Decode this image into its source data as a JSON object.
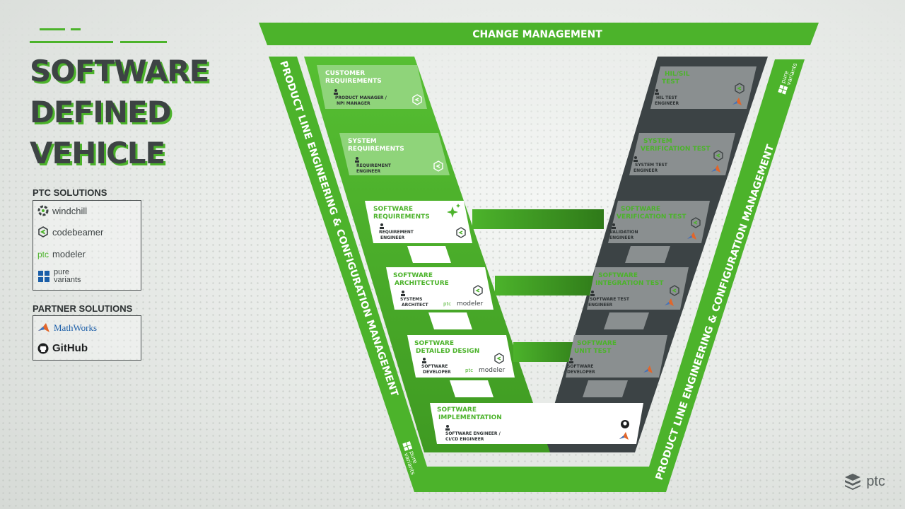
{
  "title_lines": [
    "SOFTWARE",
    "DEFINED",
    "VEHICLE"
  ],
  "ptc_solutions": {
    "heading": "PTC SOLUTIONS",
    "items": [
      "windchill",
      "codebeamer",
      "modeler",
      "pure",
      "variants"
    ],
    "ptc_prefix": "ptc"
  },
  "partner_solutions": {
    "heading": "PARTNER SOLUTIONS",
    "items": [
      "MathWorks",
      "GitHub"
    ]
  },
  "change_management": "CHANGE MANAGEMENT",
  "plem_left": "PRODUCT LINE ENGINEERING & CONFIGURATION MANAGEMENT",
  "plem_right": "PRODUCT LINE ENGINEERING & CONFIGURATION MANAGEMENT",
  "pv_label_1": "pure",
  "pv_label_2": "variants",
  "left_boxes": [
    {
      "title1": "CUSTOMER",
      "title2": "REQUIREMENTS",
      "role1": "PRODUCT MANAGER /",
      "role2": "NPI MANAGER"
    },
    {
      "title1": "SYSTEM",
      "title2": "REQUIREMENTS",
      "role1": "REQUIREMENT",
      "role2": "ENGINEER"
    },
    {
      "title1": "SOFTWARE",
      "title2": "REQUIREMENTS",
      "role1": "REQUIREMENT",
      "role2": "ENGINEER"
    },
    {
      "title1": "SOFTWARE",
      "title2": "ARCHITECTURE",
      "role1": "SYSTEMS",
      "role2": "ARCHITECT"
    },
    {
      "title1": "SOFTWARE",
      "title2": "DETAILED DESIGN",
      "role1": "SOFTWARE",
      "role2": "DEVELOPER"
    }
  ],
  "bottom_box": {
    "title1": "SOFTWARE",
    "title2": "IMPLEMENTATION",
    "role1": "SOFTWARE ENGINEER /",
    "role2": "CI/CD ENGINEER"
  },
  "right_boxes": [
    {
      "title1": "HIL/SIL",
      "title2": "TEST",
      "role1": "HIL TEST",
      "role2": "ENGINEER"
    },
    {
      "title1": "SYSTEM",
      "title2": "VERIFICATION TEST",
      "role1": "SYSTEM TEST",
      "role2": "ENGINEER"
    },
    {
      "title1": "SOFTWARE",
      "title2": "VERIFICATION TEST",
      "role1": "VALIDATION",
      "role2": "ENGINEER"
    },
    {
      "title1": "SOFTWARE",
      "title2": "INTEGRATION TEST",
      "role1": "SOFTWARE TEST",
      "role2": "ENGINEER"
    },
    {
      "title1": "SOFTWARE",
      "title2": "UNIT TEST",
      "role1": "SOFTWARE",
      "role2": "DEVELOPER"
    }
  ],
  "modeler_label": "modeler",
  "ptc_brand": "ptc",
  "colors": {
    "green": "#4cb32b",
    "dark": "#3c4345",
    "light_green": "#8fd47a",
    "gray_box": "#8a8f90"
  }
}
